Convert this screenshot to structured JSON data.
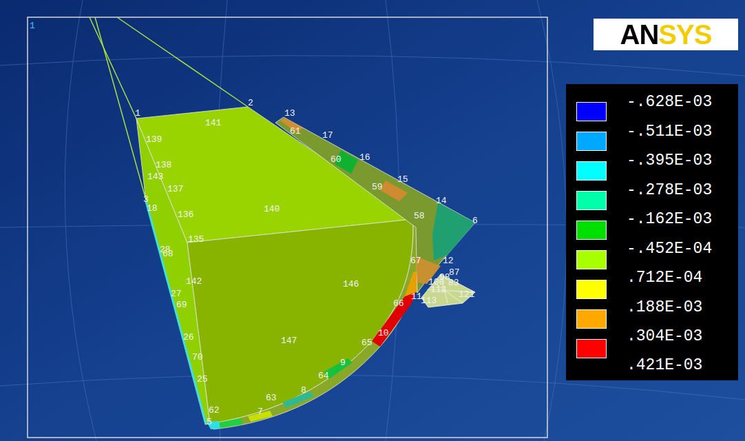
{
  "diagram": {
    "labels": [
      "1",
      "ANSYS",
      "1",
      "2",
      "13",
      "141",
      "61",
      "17",
      "139",
      "60",
      "16",
      "138",
      "143",
      "137",
      "15",
      "59",
      "3",
      "18",
      "140",
      "136",
      "14",
      "58",
      "6",
      "135",
      "28",
      "68",
      "67",
      "12",
      "87",
      "98",
      "83",
      "100",
      "112",
      "121",
      "113",
      "11",
      "142",
      "146",
      "27",
      "69",
      "66",
      "10",
      "26",
      "147",
      "65",
      "70",
      "9",
      "64",
      "25",
      "8",
      "63",
      "62",
      "7",
      "5",
      ".421E-03"
    ],
    "legend": [
      {
        "text": "-.628E-03",
        "color": "#0000ff"
      },
      {
        "text": "-.511E-03",
        "color": "#00a8ff"
      },
      {
        "text": "-.395E-03",
        "color": "#00ffff"
      },
      {
        "text": "-.278E-03",
        "color": "#00ffa8"
      },
      {
        "text": "-.162E-03",
        "color": "#00e000"
      },
      {
        "text": "-.452E-04",
        "color": "#a8ff00"
      },
      {
        "text": ".712E-04",
        "color": "#ffff00"
      },
      {
        "text": ".188E-03",
        "color": "#ffa800"
      },
      {
        "text": ".304E-03",
        "color": "#ff0000"
      }
    ]
  }
}
